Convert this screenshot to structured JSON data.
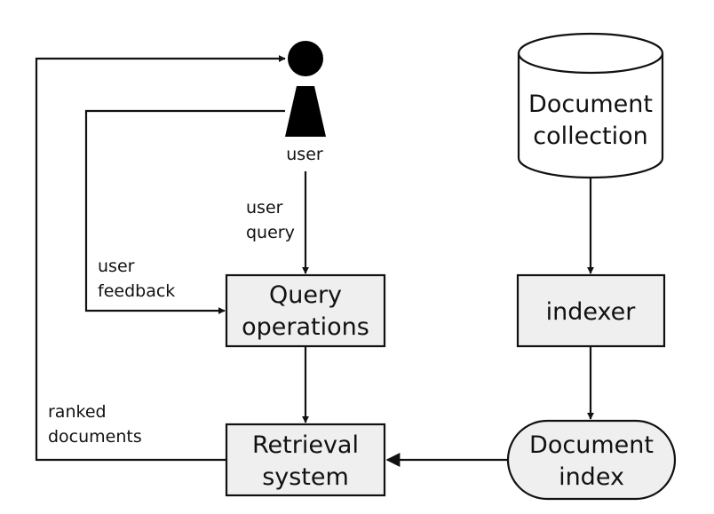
{
  "nodes": {
    "user": {
      "label": "user"
    },
    "document_collection": {
      "line1": "Document",
      "line2": "collection"
    },
    "query_operations": {
      "line1": "Query",
      "line2": "operations"
    },
    "indexer": {
      "label": "indexer"
    },
    "retrieval_system": {
      "line1": "Retrieval",
      "line2": "system"
    },
    "document_index": {
      "line1": "Document",
      "line2": "index"
    }
  },
  "edges": {
    "user_query": {
      "line1": "user",
      "line2": "query"
    },
    "user_feedback": {
      "line1": "user",
      "line2": "feedback"
    },
    "ranked_documents": {
      "line1": "ranked",
      "line2": "documents"
    }
  },
  "colors": {
    "box_fill": "#efefef",
    "stroke": "#111111",
    "user_icon": "#000000"
  },
  "icons": {
    "user": "person-icon"
  }
}
